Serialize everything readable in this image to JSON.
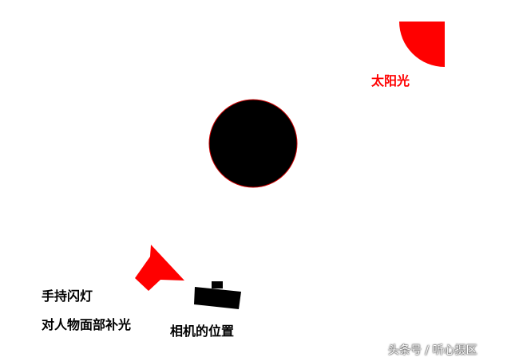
{
  "labels": {
    "sun": "太阳光",
    "flash_line1": "手持闪灯",
    "flash_line2": "对人物面部补光",
    "camera": "相机的位置"
  },
  "watermark": "头条号 / 听心摄区",
  "colors": {
    "sun": "#ff0000",
    "subject": "#000000",
    "flash": "#ff0000",
    "camera": "#000000",
    "subject_outline": "#cc0000"
  },
  "icons": {
    "sun": "sun-quarter-circle-icon",
    "subject": "subject-circle-icon",
    "flash": "flash-icon",
    "camera": "camera-icon"
  }
}
